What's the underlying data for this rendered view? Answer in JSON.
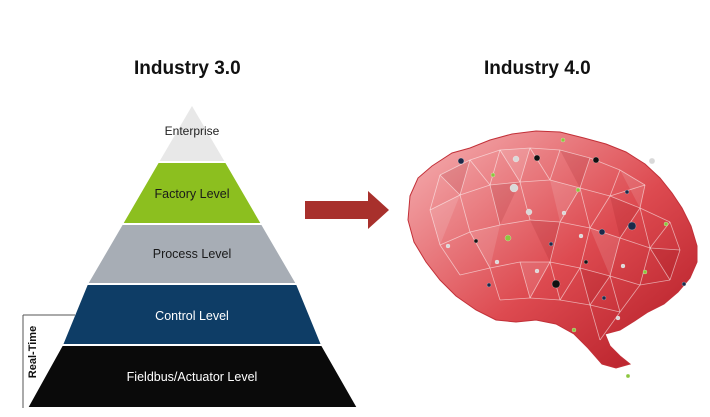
{
  "left_title": "Industry 3.0",
  "right_title": "Industry 4.0",
  "pyramid": {
    "levels": [
      {
        "label": "Enterprise",
        "fill": "#e8e8e8",
        "text_color": "#222222"
      },
      {
        "label": "Factory Level",
        "fill": "#8cbf1f",
        "text_color": "#1a1a1a"
      },
      {
        "label": "Process Level",
        "fill": "#a7adb5",
        "text_color": "#1a1a1a"
      },
      {
        "label": "Control Level",
        "fill": "#0e3d66",
        "text_color": "#ffffff"
      },
      {
        "label": "Fieldbus/Actuator Level",
        "fill": "#0a0a0a",
        "text_color": "#ffffff"
      }
    ]
  },
  "realtime_label": "Real-Time",
  "arrow_color": "#a8302c",
  "brain": {
    "light_color": "#f6b4b6",
    "dark_color": "#b01822",
    "node_colors": [
      "#1b2a4a",
      "#8cc63f",
      "#d9d9d9",
      "#111111"
    ]
  }
}
